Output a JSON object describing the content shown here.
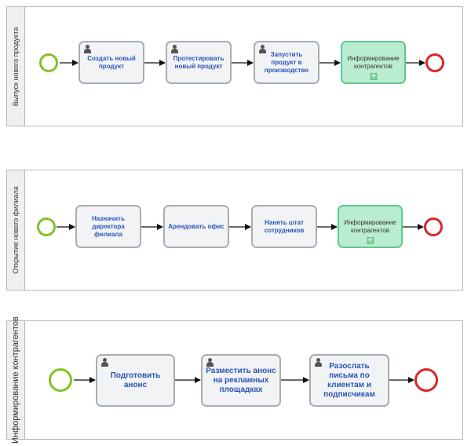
{
  "pools": [
    {
      "label": "Выпуск нового продукта",
      "tasks": [
        {
          "label": "Создать новый продукт",
          "type": "user"
        },
        {
          "label": "Протестировать новый продукт",
          "type": "user"
        },
        {
          "label": "Запустить продукт в производство",
          "type": "user"
        },
        {
          "label": "Информирование контрагентов",
          "type": "subprocess"
        }
      ]
    },
    {
      "label": "Открытие нового филиала",
      "tasks": [
        {
          "label": "Назначить директора филиала",
          "type": "plain"
        },
        {
          "label": "Арендовать офис",
          "type": "plain"
        },
        {
          "label": "Нанять штат сотрудников",
          "type": "plain"
        },
        {
          "label": "Информирование контрагентов",
          "type": "subprocess"
        }
      ]
    },
    {
      "label": "Информирование контрагентов",
      "tasks": [
        {
          "label": "Подготовить анонс",
          "type": "user"
        },
        {
          "label": "Разместить анонс на рекламных площадках",
          "type": "user"
        },
        {
          "label": "Разослать письма по клиентам и подписчикам",
          "type": "user"
        }
      ]
    }
  ],
  "colors": {
    "start_event": "#84c225",
    "end_event": "#d9262c",
    "task_border": "#a8adb4",
    "task_fill": "#f2f3f5",
    "subprocess_fill": "#b9ecd0",
    "task_text": "#2854b8"
  }
}
